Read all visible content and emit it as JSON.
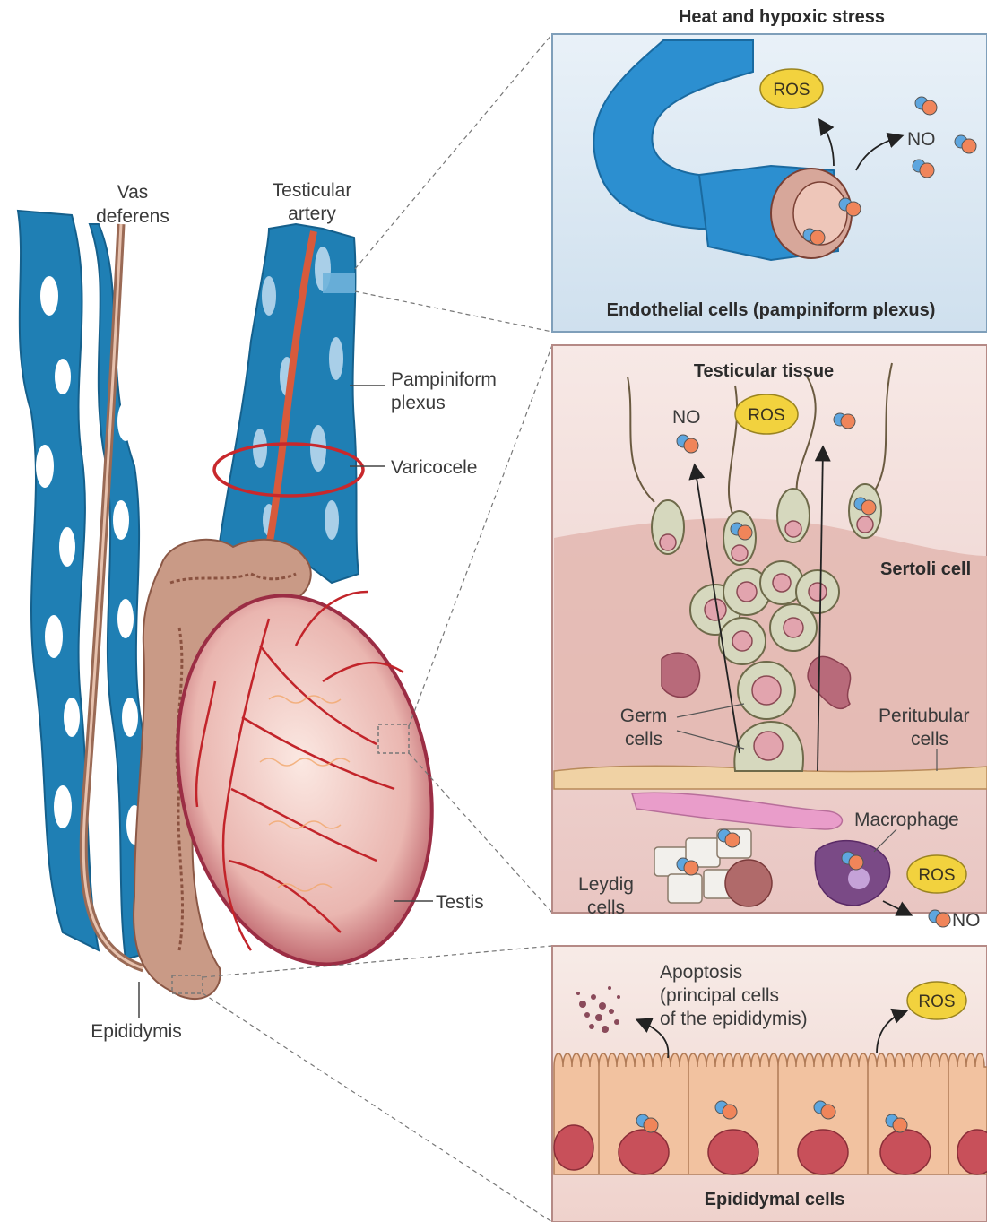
{
  "left_labels": {
    "vas_deferens_1": "Vas",
    "vas_deferens_2": "deferens",
    "testicular_artery_1": "Testicular",
    "testicular_artery_2": "artery",
    "pampiniform_1": "Pampiniform",
    "pampiniform_2": "plexus",
    "varicocele": "Varicocele",
    "testis": "Testis",
    "epididymis": "Epididymis"
  },
  "panel1": {
    "header": "Heat and hypoxic stress",
    "caption": "Endothelial cells (pampiniform plexus)",
    "ros": "ROS",
    "no": "NO"
  },
  "panel2": {
    "title": "Testicular tissue",
    "no": "NO",
    "ros": "ROS",
    "sertoli": "Sertoli cell",
    "germ_1": "Germ",
    "germ_2": "cells",
    "peritubular_1": "Peritubular",
    "peritubular_2": "cells",
    "macrophage": "Macrophage",
    "ros2": "ROS",
    "no2": "NO",
    "leydig_1": "Leydig",
    "leydig_2": "cells"
  },
  "panel3": {
    "apoptosis_1": "Apoptosis",
    "apoptosis_2": "(principal cells",
    "apoptosis_3": "of the epididymis)",
    "ros": "ROS",
    "caption": "Epididymal cells"
  },
  "colors": {
    "vein_blue": "#1f7fb4",
    "artery_red": "#c8282c",
    "ros_yellow": "#f2d23e",
    "panel_blue": "#dce9f4",
    "panel_pink": "#f4e0dc"
  }
}
